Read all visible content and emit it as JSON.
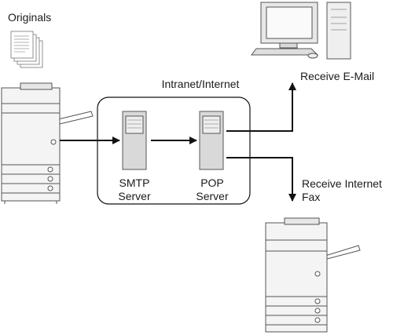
{
  "diagram": {
    "title": "",
    "labels": {
      "originals": "Originals",
      "network": "Intranet/Internet",
      "smtp_line1": "SMTP",
      "smtp_line2": "Server",
      "pop_line1": "POP",
      "pop_line2": "Server",
      "email": "Receive E-Mail",
      "ifax_line1": "Receive Internet",
      "ifax_line2": "Fax"
    },
    "icons": {
      "originals": "document-stack-icon",
      "sender": "multifunction-printer-icon",
      "smtp": "server-tower-icon",
      "pop": "server-tower-icon",
      "email": "desktop-computer-icon",
      "ifax": "multifunction-printer-icon"
    },
    "colors": {
      "line": "#111111",
      "device_fill": "#f4f4f4",
      "device_stroke": "#555555",
      "server_fill": "#d9d9d9"
    }
  }
}
